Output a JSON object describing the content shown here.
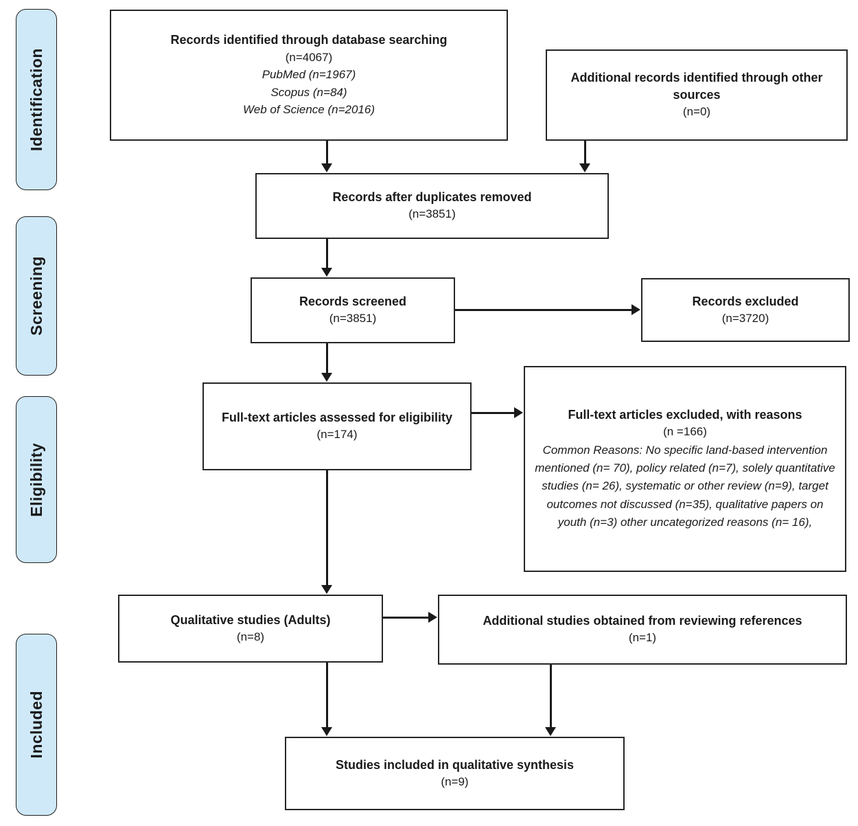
{
  "diagram": {
    "type": "prisma-flow",
    "stages": [
      {
        "label": "Identification"
      },
      {
        "label": "Screening"
      },
      {
        "label": "Eligibility"
      },
      {
        "label": "Included"
      }
    ],
    "boxes": {
      "db_search": {
        "title": "Records identified through database searching",
        "count": "(n=4067)",
        "details": [
          "PubMed (n=1967)",
          "Scopus (n=84)",
          "Web of Science (n=2016)"
        ]
      },
      "other_sources": {
        "title": "Additional records identified through other sources",
        "count": "(n=0)"
      },
      "after_duplicates": {
        "title": "Records after duplicates removed",
        "count": "(n=3851)"
      },
      "screened": {
        "title": "Records screened",
        "count": "(n=3851)"
      },
      "records_excluded": {
        "title": "Records excluded",
        "count": "(n=3720)"
      },
      "fulltext_assessed": {
        "title": "Full-text articles assessed for eligibility",
        "count": "(n=174)"
      },
      "fulltext_excluded": {
        "title": "Full-text articles excluded, with reasons",
        "count": "(n =166)",
        "reasons": "Common Reasons: No specific land-based intervention mentioned (n= 70), policy related (n=7), solely quantitative studies (n= 26), systematic or other review (n=9), target outcomes not discussed (n=35), qualitative papers on youth (n=3) other uncategorized reasons (n= 16),"
      },
      "qualitative_adults": {
        "title": "Qualitative studies (Adults)",
        "count": "(n=8)"
      },
      "additional_refs": {
        "title": "Additional studies obtained from reviewing references",
        "count": "(n=1)"
      },
      "included_synthesis": {
        "title": "Studies included in qualitative synthesis",
        "count": "(n=9)"
      }
    },
    "colors": {
      "stage_fill": "#cfe9f9",
      "box_border": "#262626",
      "arrow": "#1a1a1a",
      "text": "#1a1a1a",
      "background": "#ffffff"
    }
  }
}
